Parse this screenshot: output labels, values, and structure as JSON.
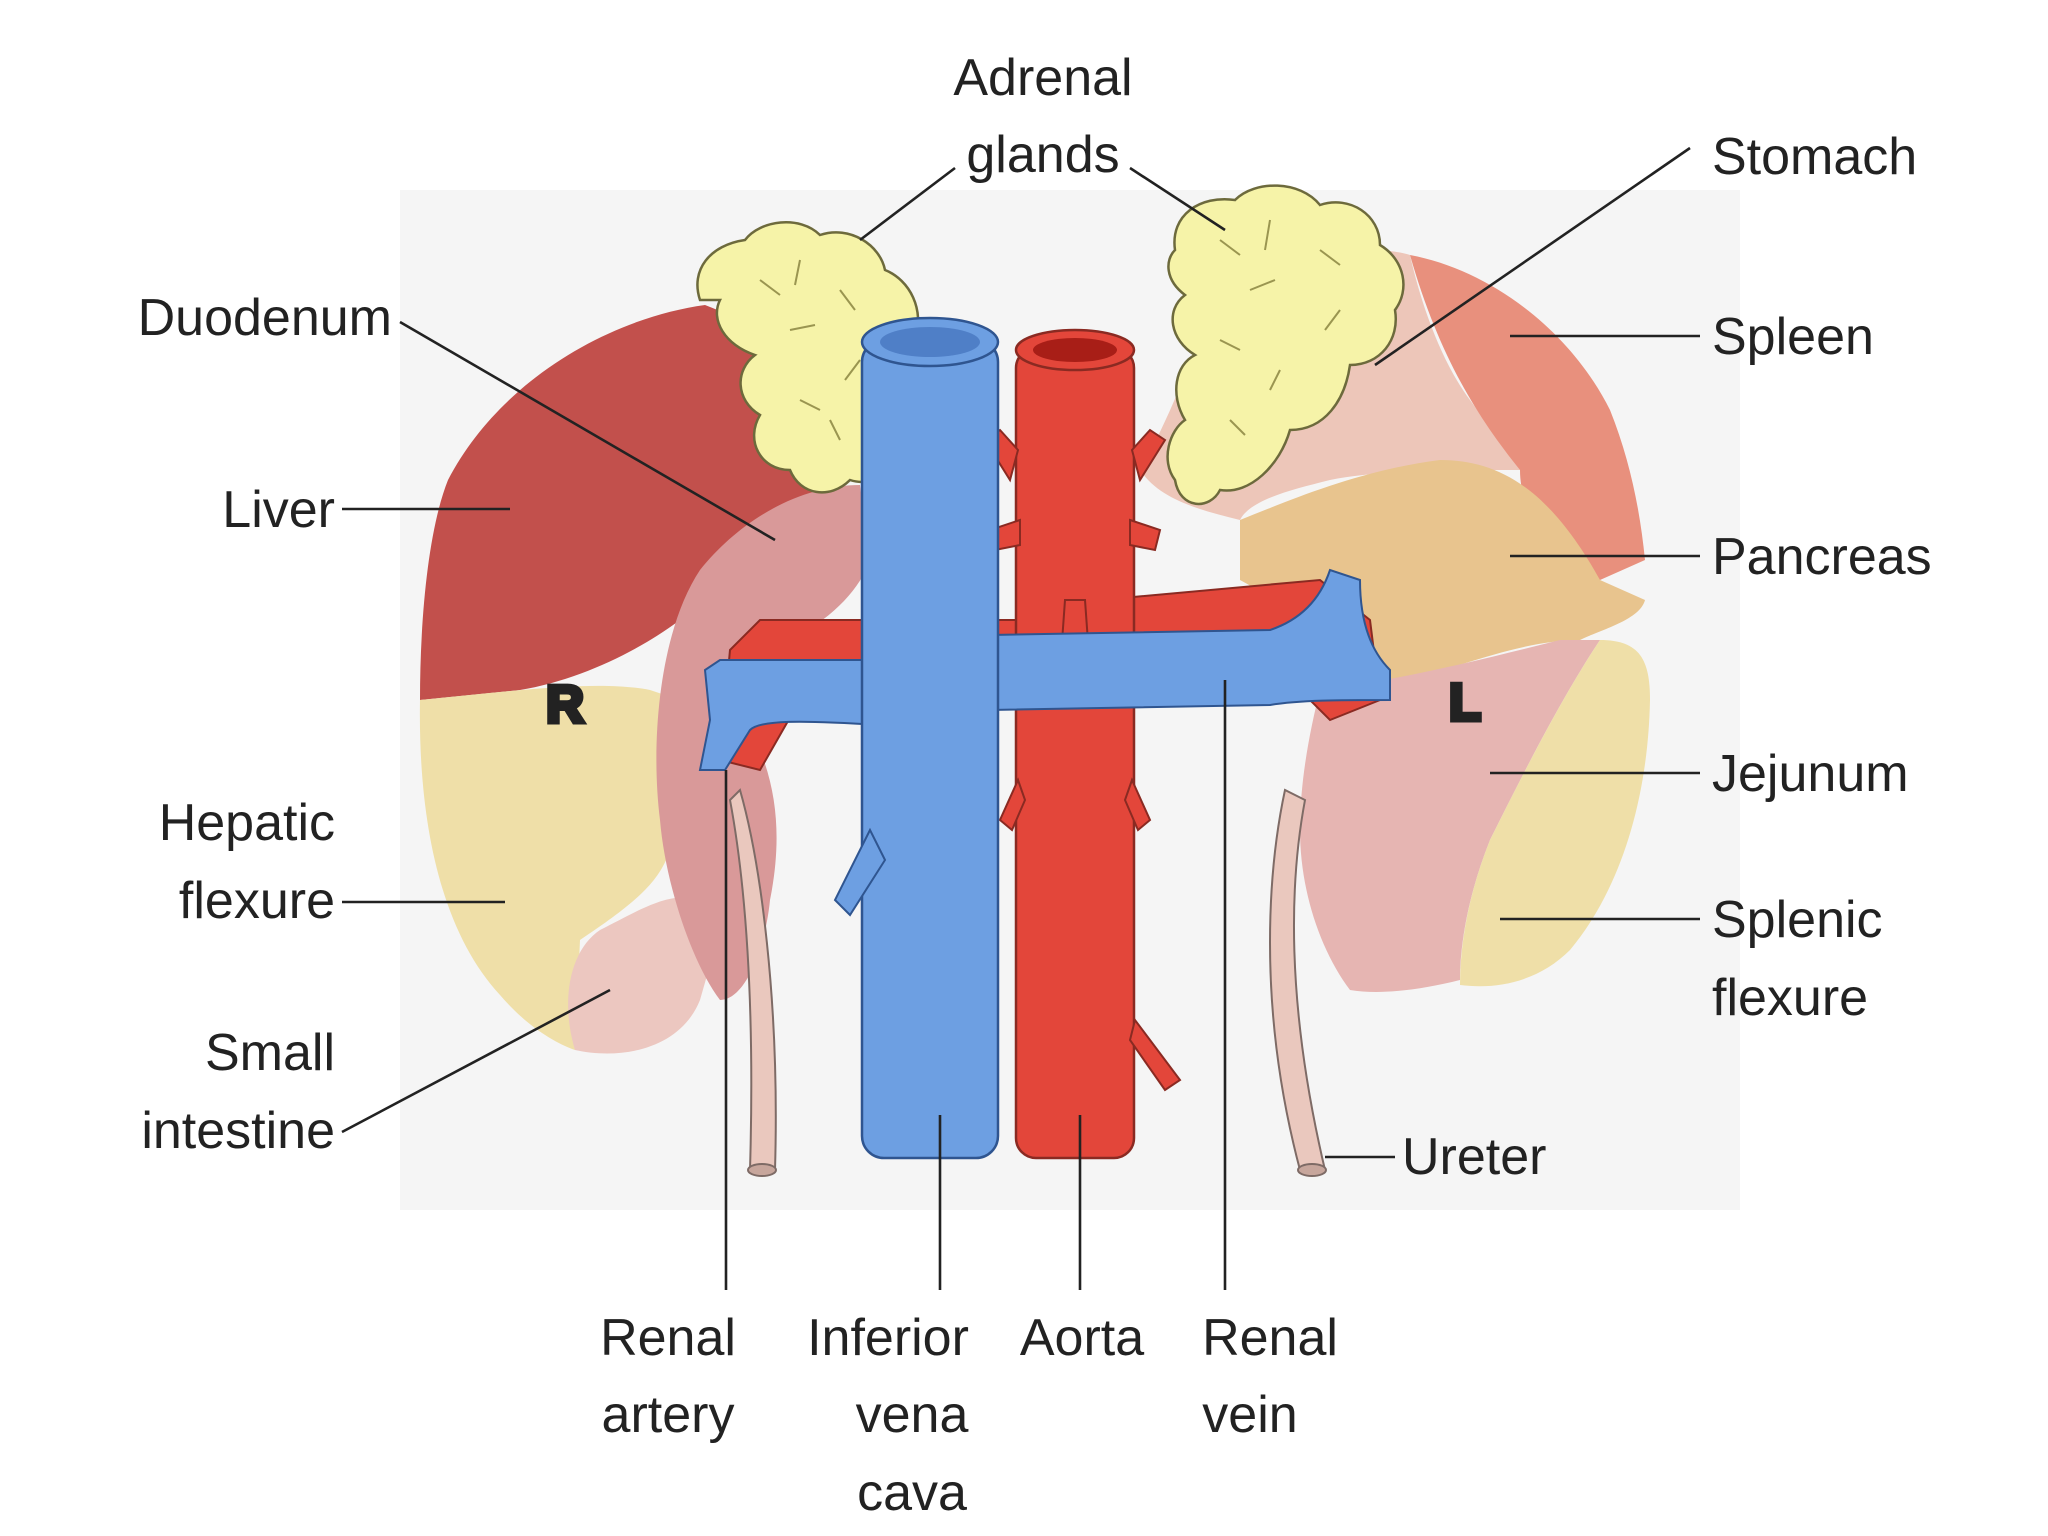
{
  "labels": {
    "adrenal_glands": [
      "Adrenal",
      "glands"
    ],
    "stomach": "Stomach",
    "duodenum": "Duodenum",
    "spleen": "Spleen",
    "liver": "Liver",
    "pancreas": "Pancreas",
    "jejunum": "Jejunum",
    "hepatic_flexure": [
      "Hepatic",
      "flexure"
    ],
    "splenic_flexure": [
      "Splenic",
      "flexure"
    ],
    "small_intestine": [
      "Small",
      "intestine"
    ],
    "ureter": "Ureter",
    "renal_artery": [
      "Renal",
      "artery"
    ],
    "inferior_vena_cava": [
      "Inferior",
      "vena",
      "cava"
    ],
    "aorta": "Aorta",
    "renal_vein": [
      "Renal",
      "vein"
    ]
  },
  "side_markers": {
    "right": "R",
    "left": "L"
  },
  "colors": {
    "liver": "#c2504c",
    "hepatic_flexure": "#efdfa8",
    "small_intestine": "#ecc7c0",
    "duodenum": "#d99999",
    "stomach": "#edc6b9",
    "spleen": "#e8907d",
    "pancreas": "#e8c48e",
    "jejunum": "#e6b5b2",
    "splenic_flexure": "#efdfa8",
    "adrenal": "#f6f3a8",
    "ivc": "#6d9fe2",
    "aorta": "#e3463a",
    "ureter": "#eac8be"
  }
}
